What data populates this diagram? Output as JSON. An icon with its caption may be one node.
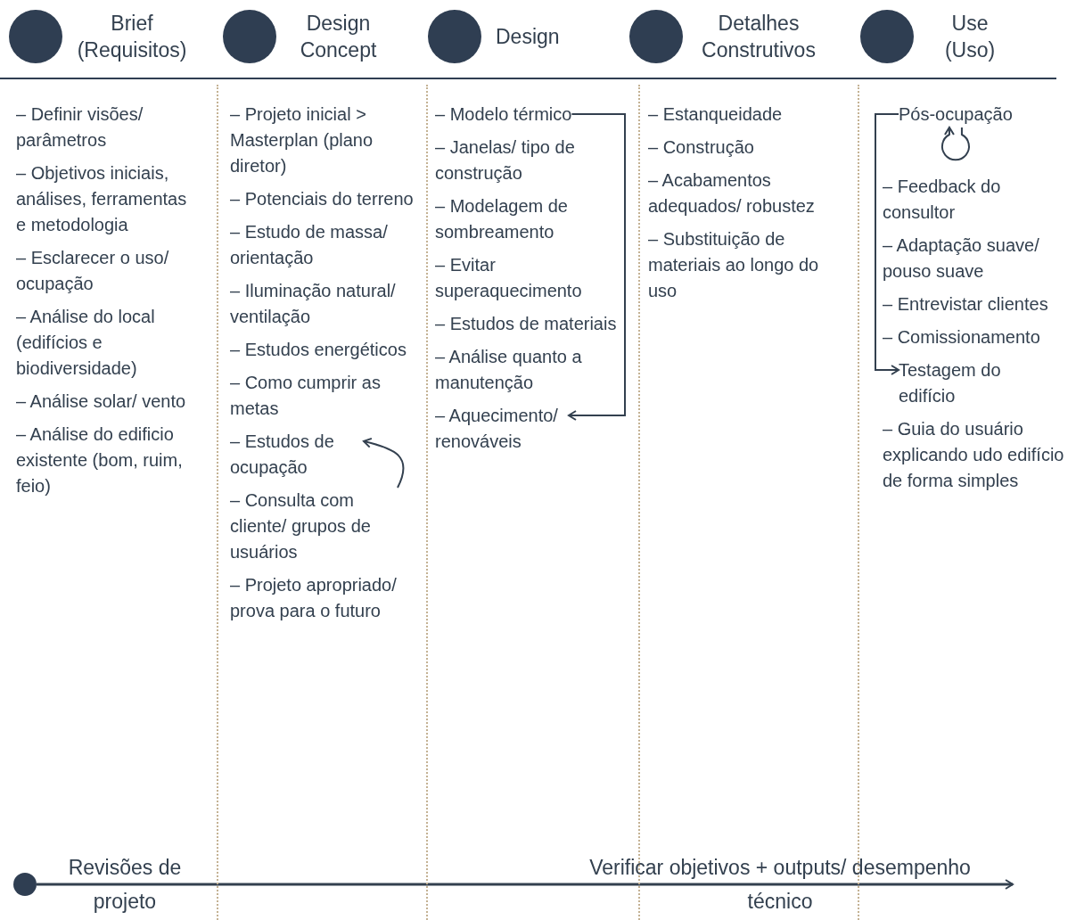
{
  "diagram": {
    "nodes": [
      {
        "text": [],
        "shape": "circle",
        "beside": [
          "Brief (Requisitos)"
        ]
      },
      {
        "text": [],
        "shape": "circle",
        "beside": [
          "Design Concept"
        ]
      },
      {
        "text": [],
        "shape": "circle",
        "beside": [
          "Design"
        ]
      },
      {
        "text": [],
        "shape": "circle",
        "beside": [
          "Detalhes Construtivos"
        ]
      },
      {
        "text": [],
        "shape": "circle",
        "beside": [
          "Use (Uso)"
        ]
      },
      {
        "text": [
          "– Estudos de ocupação"
        ]
      },
      {
        "text": [
          "– Consulta com cliente/ grupos de usuários"
        ]
      },
      {
        "text": [
          "– Modelo térmico"
        ]
      },
      {
        "text": [
          "– Aquecimento/ renováveis"
        ]
      },
      {
        "text": [
          "Pós-ocupação"
        ]
      },
      {
        "text": [
          "Testagem do edifício"
        ]
      },
      {
        "text": [],
        "shape": "circle",
        "beside": [
          "Revisões de projeto"
        ]
      }
    ],
    "edges": [
      {
        "from": 6,
        "to": 5,
        "arrow": "to"
      },
      {
        "from": 7,
        "to": 8,
        "arrow": "to"
      },
      {
        "from": 9,
        "to": 10,
        "arrow": "to"
      },
      {
        "from": 9,
        "to": 9,
        "arrow": "to"
      },
      {
        "from": 11,
        "to": null,
        "arrow": "to"
      }
    ],
    "labels": [
      "– Definir visões/ parâmetros",
      "– Objetivos iniciais, análises, ferramentas e metodologia",
      "– Esclarecer o uso/ ocupação",
      "– Análise do local (edifícios e biodiversidade)",
      "– Análise solar/ vento",
      "– Análise do edificio existente (bom, ruim, feio)",
      "– Projeto inicial > Masterplan (plano diretor)",
      "– Potenciais do terreno",
      "– Estudo de massa/ orientação",
      "– Iluminação natural/ ventilação",
      "– Estudos energéticos",
      "– Como cumprir as metas",
      "– Projeto apropriado/ prova para o futuro",
      "– Janelas/ tipo de construção",
      "– Modelagem de sombreamento",
      "– Evitar superaquecimento",
      "– Estudos de materiais",
      "– Análise quanto a manutenção",
      "– Estanqueidade",
      "– Construção",
      "– Acabamentos adequados/ robustez",
      "– Substituição de materiais ao longo do uso",
      "– Feedback do consultor",
      "– Adaptação suave/ pouso suave",
      "– Entrevistar clientes",
      "– Comissionamento",
      "– Guia do usuário explicando udo edifício de forma simples",
      "Verificar objetivos + outputs/ desempenho técnico"
    ]
  }
}
